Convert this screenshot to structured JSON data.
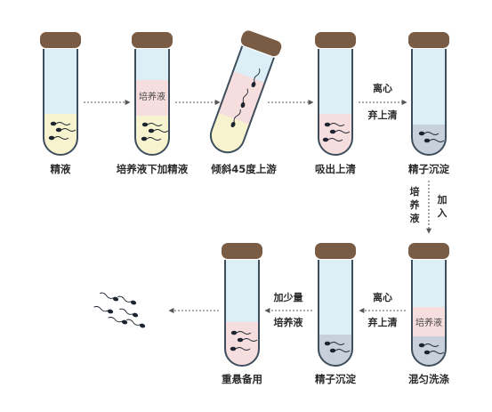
{
  "colors": {
    "cap": "#7a5c45",
    "tube_stroke": "#3f4e5c",
    "upper_liquid": "#dceff7",
    "medium": "#f7dede",
    "semen": "#f7f3cf",
    "sediment": "#c8d0dc",
    "arrow": "#555555"
  },
  "steps_row1": [
    {
      "label": "精液"
    },
    {
      "label": "培养液下加精液",
      "tube_text": "培养液"
    },
    {
      "label": "倾斜45度上游"
    },
    {
      "label": "吸出上清"
    },
    {
      "label": "精子沉淀"
    }
  ],
  "steps_row2": [
    {
      "label": "混匀洗涤",
      "tube_text": "培养液"
    },
    {
      "label": "精子沉淀"
    },
    {
      "label": "重悬备用"
    }
  ],
  "arrow_texts": {
    "centrifuge_1": [
      "离心",
      "弃上清"
    ],
    "add_medium": [
      "培养液",
      "加入"
    ],
    "centrifuge_2": [
      "离心",
      "弃上清"
    ],
    "add_little": [
      "加少量",
      "培养液"
    ]
  }
}
